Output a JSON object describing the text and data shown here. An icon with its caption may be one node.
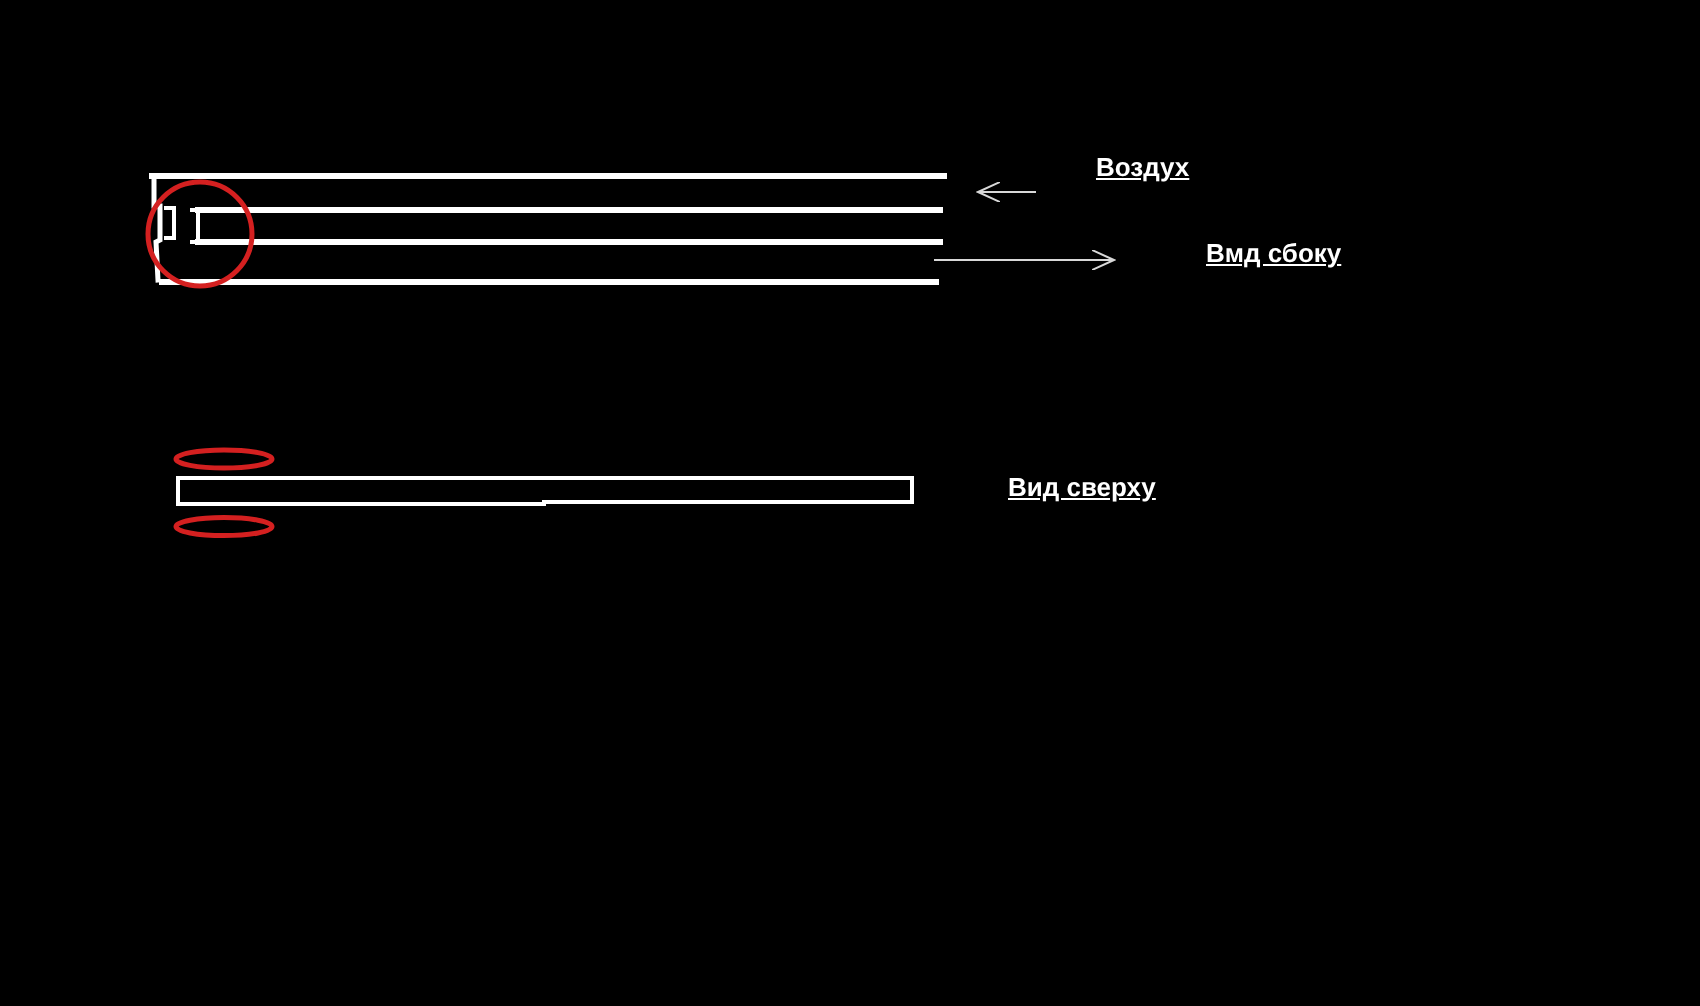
{
  "diagram": {
    "labels": [
      "Воздух",
      "Вмд сбоку",
      "Вид сверху"
    ]
  }
}
